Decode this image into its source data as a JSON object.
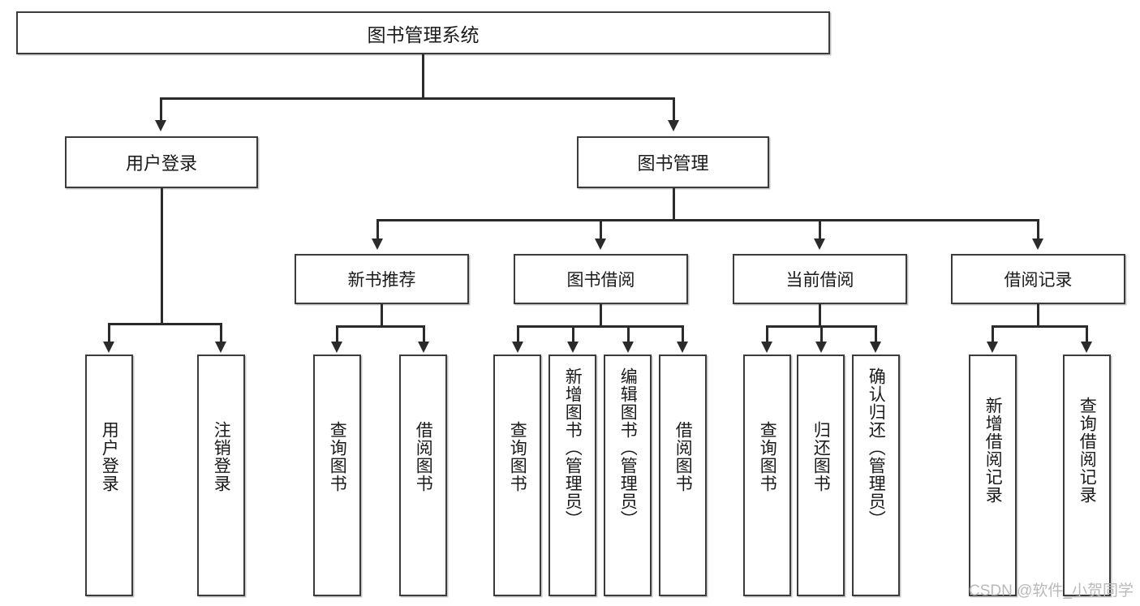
{
  "diagram": {
    "title": "图书管理系统",
    "root": {
      "label": "图书管理系统"
    },
    "level2": [
      {
        "label": "用户登录"
      },
      {
        "label": "图书管理"
      }
    ],
    "level3": [
      {
        "label": "新书推荐"
      },
      {
        "label": "图书借阅"
      },
      {
        "label": "当前借阅"
      },
      {
        "label": "借阅记录"
      }
    ],
    "leaves": {
      "user_login": [
        {
          "label": "用户登录"
        },
        {
          "label": "注销登录"
        }
      ],
      "new_book": [
        {
          "label": "查询图书"
        },
        {
          "label": "借阅图书"
        }
      ],
      "book_borrow": [
        {
          "label": "查询图书"
        },
        {
          "label": "新增图书（管理员）"
        },
        {
          "label": "编辑图书（管理员）"
        },
        {
          "label": "借阅图书"
        }
      ],
      "current_borrow": [
        {
          "label": "查询图书"
        },
        {
          "label": "归还图书"
        },
        {
          "label": "确认归还（管理员）"
        }
      ],
      "borrow_record": [
        {
          "label": "新增借阅记录"
        },
        {
          "label": "查询借阅记录"
        }
      ]
    }
  },
  "watermark": {
    "text": "CSDN @软件_小贺同学"
  },
  "colors": {
    "box_border": "#3b3b3b",
    "line": "#2b2b2b",
    "background": "#ffffff",
    "watermark": "#b9b9b9"
  }
}
